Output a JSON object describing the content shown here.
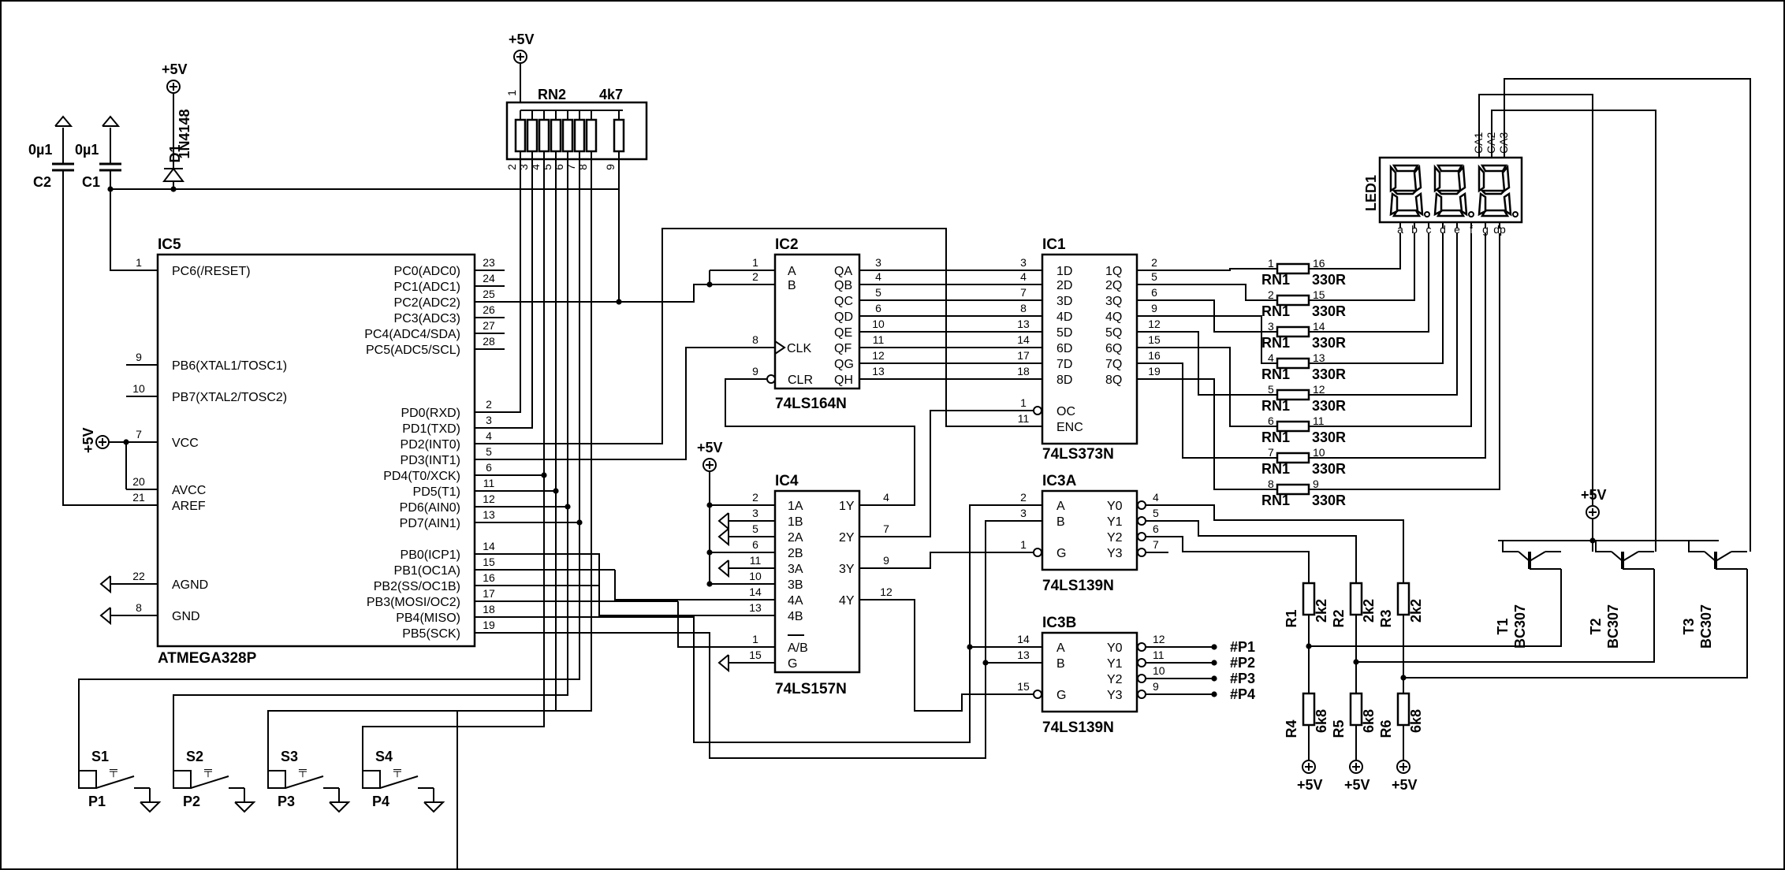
{
  "power": {
    "vcc": "+5V"
  },
  "caps": {
    "c1": "C1",
    "c2": "C2",
    "c1_val": "0µ1",
    "c2_val": "0µ1"
  },
  "diode": {
    "name": "D1",
    "part": "1N4148"
  },
  "rn2": {
    "name": "RN2",
    "value": "4k7",
    "pin1": "1",
    "pins": [
      "2",
      "3",
      "4",
      "5",
      "6",
      "7",
      "8",
      "9"
    ]
  },
  "ic5": {
    "name": "IC5",
    "part": "ATMEGA328P",
    "left": [
      {
        "label": "PC6(/RESET)",
        "pin": "1"
      },
      {
        "label": "PB6(XTAL1/TOSC1)",
        "pin": "9"
      },
      {
        "label": "PB7(XTAL2/TOSC2)",
        "pin": "10"
      },
      {
        "label": "VCC",
        "pin": "7"
      },
      {
        "label": "AVCC",
        "pin": "20"
      },
      {
        "label": "AREF",
        "pin": "21"
      },
      {
        "label": "AGND",
        "pin": "22"
      },
      {
        "label": "GND",
        "pin": "8"
      }
    ],
    "right": [
      {
        "label": "PC0(ADC0)",
        "pin": "23"
      },
      {
        "label": "PC1(ADC1)",
        "pin": "24"
      },
      {
        "label": "PC2(ADC2)",
        "pin": "25"
      },
      {
        "label": "PC3(ADC3)",
        "pin": "26"
      },
      {
        "label": "PC4(ADC4/SDA)",
        "pin": "27"
      },
      {
        "label": "PC5(ADC5/SCL)",
        "pin": "28"
      },
      {
        "label": "PD0(RXD)",
        "pin": "2"
      },
      {
        "label": "PD1(TXD)",
        "pin": "3"
      },
      {
        "label": "PD2(INT0)",
        "pin": "4"
      },
      {
        "label": "PD3(INT1)",
        "pin": "5"
      },
      {
        "label": "PD4(T0/XCK)",
        "pin": "6"
      },
      {
        "label": "PD5(T1)",
        "pin": "11"
      },
      {
        "label": "PD6(AIN0)",
        "pin": "12"
      },
      {
        "label": "PD7(AIN1)",
        "pin": "13"
      },
      {
        "label": "PB0(ICP1)",
        "pin": "14"
      },
      {
        "label": "PB1(OC1A)",
        "pin": "15"
      },
      {
        "label": "PB2(SS/OC1B)",
        "pin": "16"
      },
      {
        "label": "PB3(MOSI/OC2)",
        "pin": "17"
      },
      {
        "label": "PB4(MISO)",
        "pin": "18"
      },
      {
        "label": "PB5(SCK)",
        "pin": "19"
      }
    ]
  },
  "ic2": {
    "name": "IC2",
    "part": "74LS164N",
    "left": [
      {
        "label": "A",
        "pin": "1"
      },
      {
        "label": "B",
        "pin": "2"
      },
      {
        "label": "CLK",
        "pin": "8"
      },
      {
        "label": "CLR",
        "pin": "9"
      }
    ],
    "right": [
      {
        "label": "QA",
        "pin": "3"
      },
      {
        "label": "QB",
        "pin": "4"
      },
      {
        "label": "QC",
        "pin": "5"
      },
      {
        "label": "QD",
        "pin": "6"
      },
      {
        "label": "QE",
        "pin": "10"
      },
      {
        "label": "QF",
        "pin": "11"
      },
      {
        "label": "QG",
        "pin": "12"
      },
      {
        "label": "QH",
        "pin": "13"
      }
    ]
  },
  "ic1": {
    "name": "IC1",
    "part": "74LS373N",
    "left": [
      {
        "label": "1D",
        "pin": "3"
      },
      {
        "label": "2D",
        "pin": "4"
      },
      {
        "label": "3D",
        "pin": "7"
      },
      {
        "label": "4D",
        "pin": "8"
      },
      {
        "label": "5D",
        "pin": "13"
      },
      {
        "label": "6D",
        "pin": "14"
      },
      {
        "label": "7D",
        "pin": "17"
      },
      {
        "label": "8D",
        "pin": "18"
      },
      {
        "label": "OC",
        "pin": "1"
      },
      {
        "label": "ENC",
        "pin": "11"
      }
    ],
    "right": [
      {
        "label": "1Q",
        "pin": "2"
      },
      {
        "label": "2Q",
        "pin": "5"
      },
      {
        "label": "3Q",
        "pin": "6"
      },
      {
        "label": "4Q",
        "pin": "9"
      },
      {
        "label": "5Q",
        "pin": "12"
      },
      {
        "label": "6Q",
        "pin": "15"
      },
      {
        "label": "7Q",
        "pin": "16"
      },
      {
        "label": "8Q",
        "pin": "19"
      }
    ]
  },
  "ic4": {
    "name": "IC4",
    "part": "74LS157N",
    "left": [
      {
        "label": "1A",
        "pin": "2"
      },
      {
        "label": "1B",
        "pin": "3"
      },
      {
        "label": "2A",
        "pin": "5"
      },
      {
        "label": "2B",
        "pin": "6"
      },
      {
        "label": "3A",
        "pin": "11"
      },
      {
        "label": "3B",
        "pin": "10"
      },
      {
        "label": "4A",
        "pin": "14"
      },
      {
        "label": "4B",
        "pin": "13"
      },
      {
        "label": "A/B",
        "pin": "1"
      },
      {
        "label": "G",
        "pin": "15"
      }
    ],
    "right": [
      {
        "label": "1Y",
        "pin": "4"
      },
      {
        "label": "2Y",
        "pin": "7"
      },
      {
        "label": "3Y",
        "pin": "9"
      },
      {
        "label": "4Y",
        "pin": "12"
      }
    ]
  },
  "ic3a": {
    "name": "IC3A",
    "part": "74LS139N",
    "left": [
      {
        "label": "A",
        "pin": "2"
      },
      {
        "label": "B",
        "pin": "3"
      },
      {
        "label": "G",
        "pin": "1"
      }
    ],
    "right": [
      {
        "label": "Y0",
        "pin": "4"
      },
      {
        "label": "Y1",
        "pin": "5"
      },
      {
        "label": "Y2",
        "pin": "6"
      },
      {
        "label": "Y3",
        "pin": "7"
      }
    ]
  },
  "ic3b": {
    "name": "IC3B",
    "part": "74LS139N",
    "left": [
      {
        "label": "A",
        "pin": "14"
      },
      {
        "label": "B",
        "pin": "13"
      },
      {
        "label": "G",
        "pin": "15"
      }
    ],
    "right": [
      {
        "label": "Y0",
        "pin": "12"
      },
      {
        "label": "Y1",
        "pin": "11"
      },
      {
        "label": "Y2",
        "pin": "10"
      },
      {
        "label": "Y3",
        "pin": "9"
      }
    ],
    "outputs": [
      "#P1",
      "#P2",
      "#P3",
      "#P4"
    ]
  },
  "led1": {
    "name": "LED1",
    "common": [
      "CA1",
      "CA2",
      "CA3"
    ],
    "segments": [
      "a",
      "b",
      "c",
      "d",
      "e",
      "f",
      "g",
      "dp"
    ]
  },
  "rn1": {
    "name": "RN1",
    "value": "330R",
    "pairs": [
      [
        "1",
        "16"
      ],
      [
        "2",
        "15"
      ],
      [
        "3",
        "14"
      ],
      [
        "4",
        "13"
      ],
      [
        "5",
        "12"
      ],
      [
        "6",
        "11"
      ],
      [
        "7",
        "10"
      ],
      [
        "8",
        "9"
      ]
    ]
  },
  "resistors": [
    {
      "name": "R1",
      "value": "2k2"
    },
    {
      "name": "R2",
      "value": "2k2"
    },
    {
      "name": "R3",
      "value": "2k2"
    },
    {
      "name": "R4",
      "value": "6k8"
    },
    {
      "name": "R5",
      "value": "6k8"
    },
    {
      "name": "R6",
      "value": "6k8"
    }
  ],
  "transistors": [
    {
      "name": "T1",
      "part": "BC307"
    },
    {
      "name": "T2",
      "part": "BC307"
    },
    {
      "name": "T3",
      "part": "BC307"
    }
  ],
  "switches": [
    {
      "name": "S1",
      "port": "P1"
    },
    {
      "name": "S2",
      "port": "P2"
    },
    {
      "name": "S3",
      "port": "P3"
    },
    {
      "name": "S4",
      "port": "P4"
    }
  ]
}
